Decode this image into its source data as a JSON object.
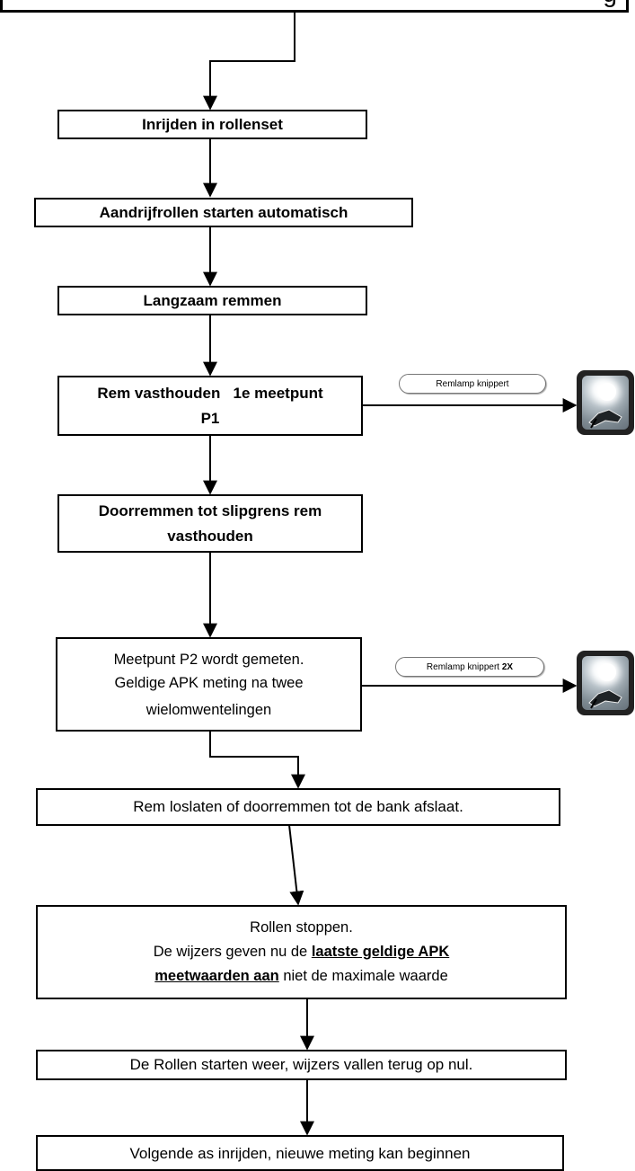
{
  "top_box": {
    "text": "g"
  },
  "steps": {
    "s1": "Inrijden in rollenset",
    "s2": "Aandrijfrollen starten automatisch",
    "s3": "Langzaam remmen",
    "s4_line1": "Rem vasthouden   1e meetpunt",
    "s4_line2": "P1",
    "s5_line1": "Doorremmen tot slipgrens rem",
    "s5_line2": "vasthouden",
    "s6_line1": "Meetpunt P2 wordt gemeten.",
    "s6_line2": "Geldige APK meting na twee",
    "s6_line3": "wielomwentelingen",
    "s7": "Rem loslaten of doorremmen tot de bank afslaat.",
    "s8_line1": "Rollen stoppen.",
    "s8_line2_prefix": "De wijzers geven nu de ",
    "s8_line2_bold": "laatste geldige APK",
    "s8_line3_bold": "meetwaarden aan",
    "s8_line3_rest": " niet de maximale waarde",
    "s9": "De Rollen starten weer, wijzers vallen terug op nul.",
    "s10": "Volgende as inrijden, nieuwe meting kan beginnen"
  },
  "notes": {
    "n1": "Remlamp knippert",
    "n2_prefix": "Remlamp knippert ",
    "n2_bold": "2X"
  },
  "icons": {
    "lamp1": "brake-lamp-icon",
    "lamp2": "brake-lamp-icon"
  }
}
